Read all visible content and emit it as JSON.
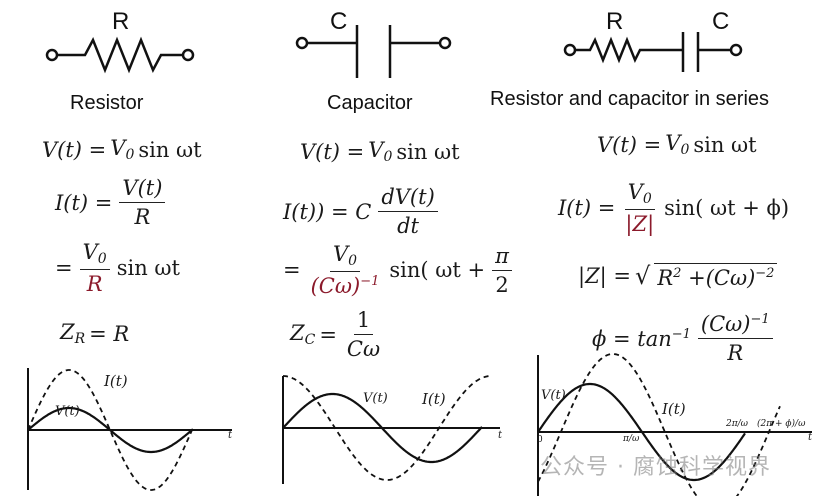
{
  "columns": {
    "resistor": {
      "symbol_label": "R",
      "title": "Resistor",
      "eq1": {
        "lhs": "V(t) =",
        "rhs": "V",
        "sub": "0",
        "tail": "sin ωt"
      },
      "eq2": {
        "lhs": "I(t) =",
        "num": "V(t)",
        "den": "R"
      },
      "eq3": {
        "lhs": "=",
        "num": "V",
        "num_sub": "0",
        "den": "R",
        "tail": "sin ωt"
      },
      "eq4": {
        "lhs": "Z",
        "sub": "R",
        "rhs": "= R"
      },
      "plot": {
        "i_label": "I(t)",
        "v_label": "V(t)",
        "t_label": "t"
      }
    },
    "capacitor": {
      "symbol_label": "C",
      "title": "Capacitor",
      "eq1": {
        "lhs": "V(t) =",
        "rhs": "V",
        "sub": "0",
        "tail": "sin ωt"
      },
      "eq2": {
        "lhs": "I(t)) = C",
        "num": "dV(t)",
        "den": "dt"
      },
      "eq3": {
        "lhs": "=",
        "num": "V",
        "num_sub": "0",
        "den": "(Cω)",
        "den_sup": "−1",
        "tail": "sin( ωt +",
        "pi_num": "π",
        "pi_den": "2"
      },
      "eq4": {
        "lhs": "Z",
        "sub": "C",
        "rhs": "=",
        "num": "1",
        "den": "Cω"
      },
      "plot": {
        "i_label": "I(t)",
        "v_label": "V(t)",
        "t_label": "t"
      }
    },
    "series": {
      "r_label": "R",
      "c_label": "C",
      "title": "Resistor and capacitor in series",
      "eq1": {
        "lhs": "V(t) =",
        "rhs": "V",
        "sub": "0",
        "tail": "sin ωt"
      },
      "eq2": {
        "lhs": "I(t) =",
        "num": "V",
        "num_sub": "0",
        "den": "|Z|",
        "tail": "sin( ωt + ϕ)"
      },
      "eq3": {
        "lhs": "|Z| =",
        "radicand": "R",
        "r_sup": "2",
        "plus": "+(Cω)",
        "c_sup": "−2"
      },
      "eq4": {
        "lhs": "ϕ = tan",
        "lhs_sup": "−1",
        "num": "(Cω)",
        "num_sup": "−1",
        "den": "R"
      },
      "plot": {
        "i_label": "I(t)",
        "v_label": "V(t)",
        "t_label": "t",
        "origin": "0",
        "tick1": "π/ω",
        "tick2": "2π/ω",
        "tick3": "(2π + ϕ)/ω"
      }
    }
  },
  "watermark": "公众号 · 腐蚀科学视界",
  "colors": {
    "ink": "#1a1a1a",
    "accent_red": "#8b1a2b"
  }
}
